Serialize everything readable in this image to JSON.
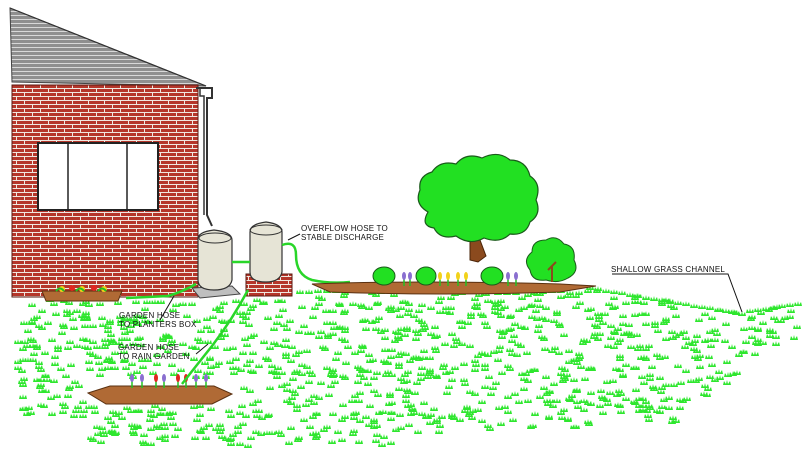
{
  "labels": {
    "overflow_hose": [
      "OVERFLOW HOSE TO",
      "STABLE DISCHARGE"
    ],
    "grass_channel": [
      "SHALLOW GRASS CHANNEL"
    ],
    "hose_planters": [
      "GARDEN HOSE",
      "TO PLANTERS BOX"
    ],
    "hose_rain_garden": [
      "GARDEN HOSE",
      "TO RAIN GARDEN"
    ]
  },
  "colors": {
    "brick": "#b5362a",
    "mortar": "#f0e8e0",
    "roof": "#9a9a9a",
    "grass": "#2ee62e",
    "hose": "#29d629",
    "tree_canopy": "#22e022",
    "trunk": "#8b4a1e",
    "soil": "#b06a35",
    "barrel": "#e6e4d6",
    "flower_purple": "#8a6fd0",
    "flower_red": "#e0261f",
    "flower_yellow": "#f2d21a"
  },
  "icons": [
    "house-icon",
    "window-icon",
    "downspout-icon",
    "rain-barrel-icon",
    "tree-icon",
    "shrub-icon",
    "flower-icon",
    "grass-tuft-icon",
    "planter-box-icon",
    "rain-garden-icon"
  ]
}
